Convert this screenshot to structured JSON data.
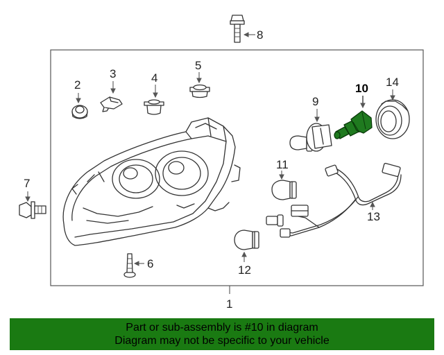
{
  "callouts": {
    "c1": "1",
    "c2": "2",
    "c3": "3",
    "c4": "4",
    "c5": "5",
    "c6": "6",
    "c7": "7",
    "c8": "8",
    "c9": "9",
    "c10": "10",
    "c11": "11",
    "c12": "12",
    "c13": "13",
    "c14": "14"
  },
  "highlight": {
    "callout": "10",
    "color": "#1f7a1f"
  },
  "banner": {
    "line1": "Part or sub-assembly is #10 in diagram",
    "line2": "Diagram may not be specific to your vehicle",
    "background": "#1a7a12"
  }
}
